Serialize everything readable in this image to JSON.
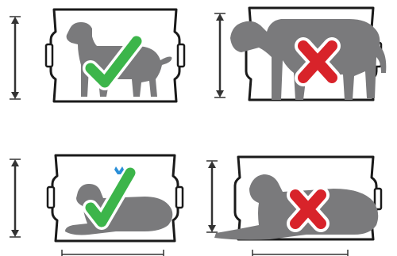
{
  "diagram": {
    "panels": [
      {
        "id": "standing-correct",
        "dog_pose": "standing",
        "fit": "correct",
        "mark_icon": "green-check-icon",
        "mark_color": "#3cb54a"
      },
      {
        "id": "standing-incorrect",
        "dog_pose": "standing",
        "fit": "too-small",
        "mark_icon": "red-x-icon",
        "mark_color": "#d8232a"
      },
      {
        "id": "lying-correct",
        "dog_pose": "lying",
        "fit": "correct",
        "mark_icon": "green-check-icon",
        "mark_color": "#3cb54a"
      },
      {
        "id": "lying-incorrect",
        "dog_pose": "lying",
        "fit": "too-small",
        "mark_icon": "red-x-icon",
        "mark_color": "#d8232a"
      }
    ],
    "colors": {
      "dog": "#7a7a7c",
      "crate_outline": "#1a1a1a",
      "measure_line": "#333333",
      "check_outline": "#ffffff",
      "small_marker": "#2a8fd8"
    }
  }
}
